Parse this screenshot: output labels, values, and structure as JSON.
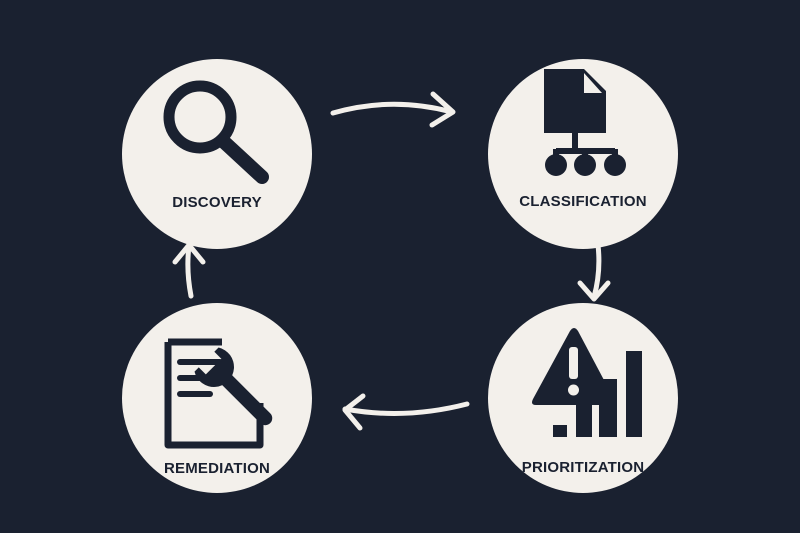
{
  "diagram": {
    "nodes": [
      {
        "id": "discovery",
        "label": "DISCOVERY",
        "icon": "magnifying-glass-icon"
      },
      {
        "id": "classification",
        "label": "CLASSIFICATION",
        "icon": "document-hierarchy-icon"
      },
      {
        "id": "prioritization",
        "label": "PRIORITIZATION",
        "icon": "warning-bar-chart-icon"
      },
      {
        "id": "remediation",
        "label": "REMEDIATION",
        "icon": "checklist-wrench-icon"
      }
    ],
    "flow": [
      {
        "from": "discovery",
        "to": "classification"
      },
      {
        "from": "classification",
        "to": "prioritization"
      },
      {
        "from": "prioritization",
        "to": "remediation"
      },
      {
        "from": "remediation",
        "to": "discovery"
      }
    ],
    "colors": {
      "background": "#1a2130",
      "node_fill": "#f3f0eb",
      "icon": "#1a2130",
      "arrow": "#f3f0eb"
    }
  }
}
